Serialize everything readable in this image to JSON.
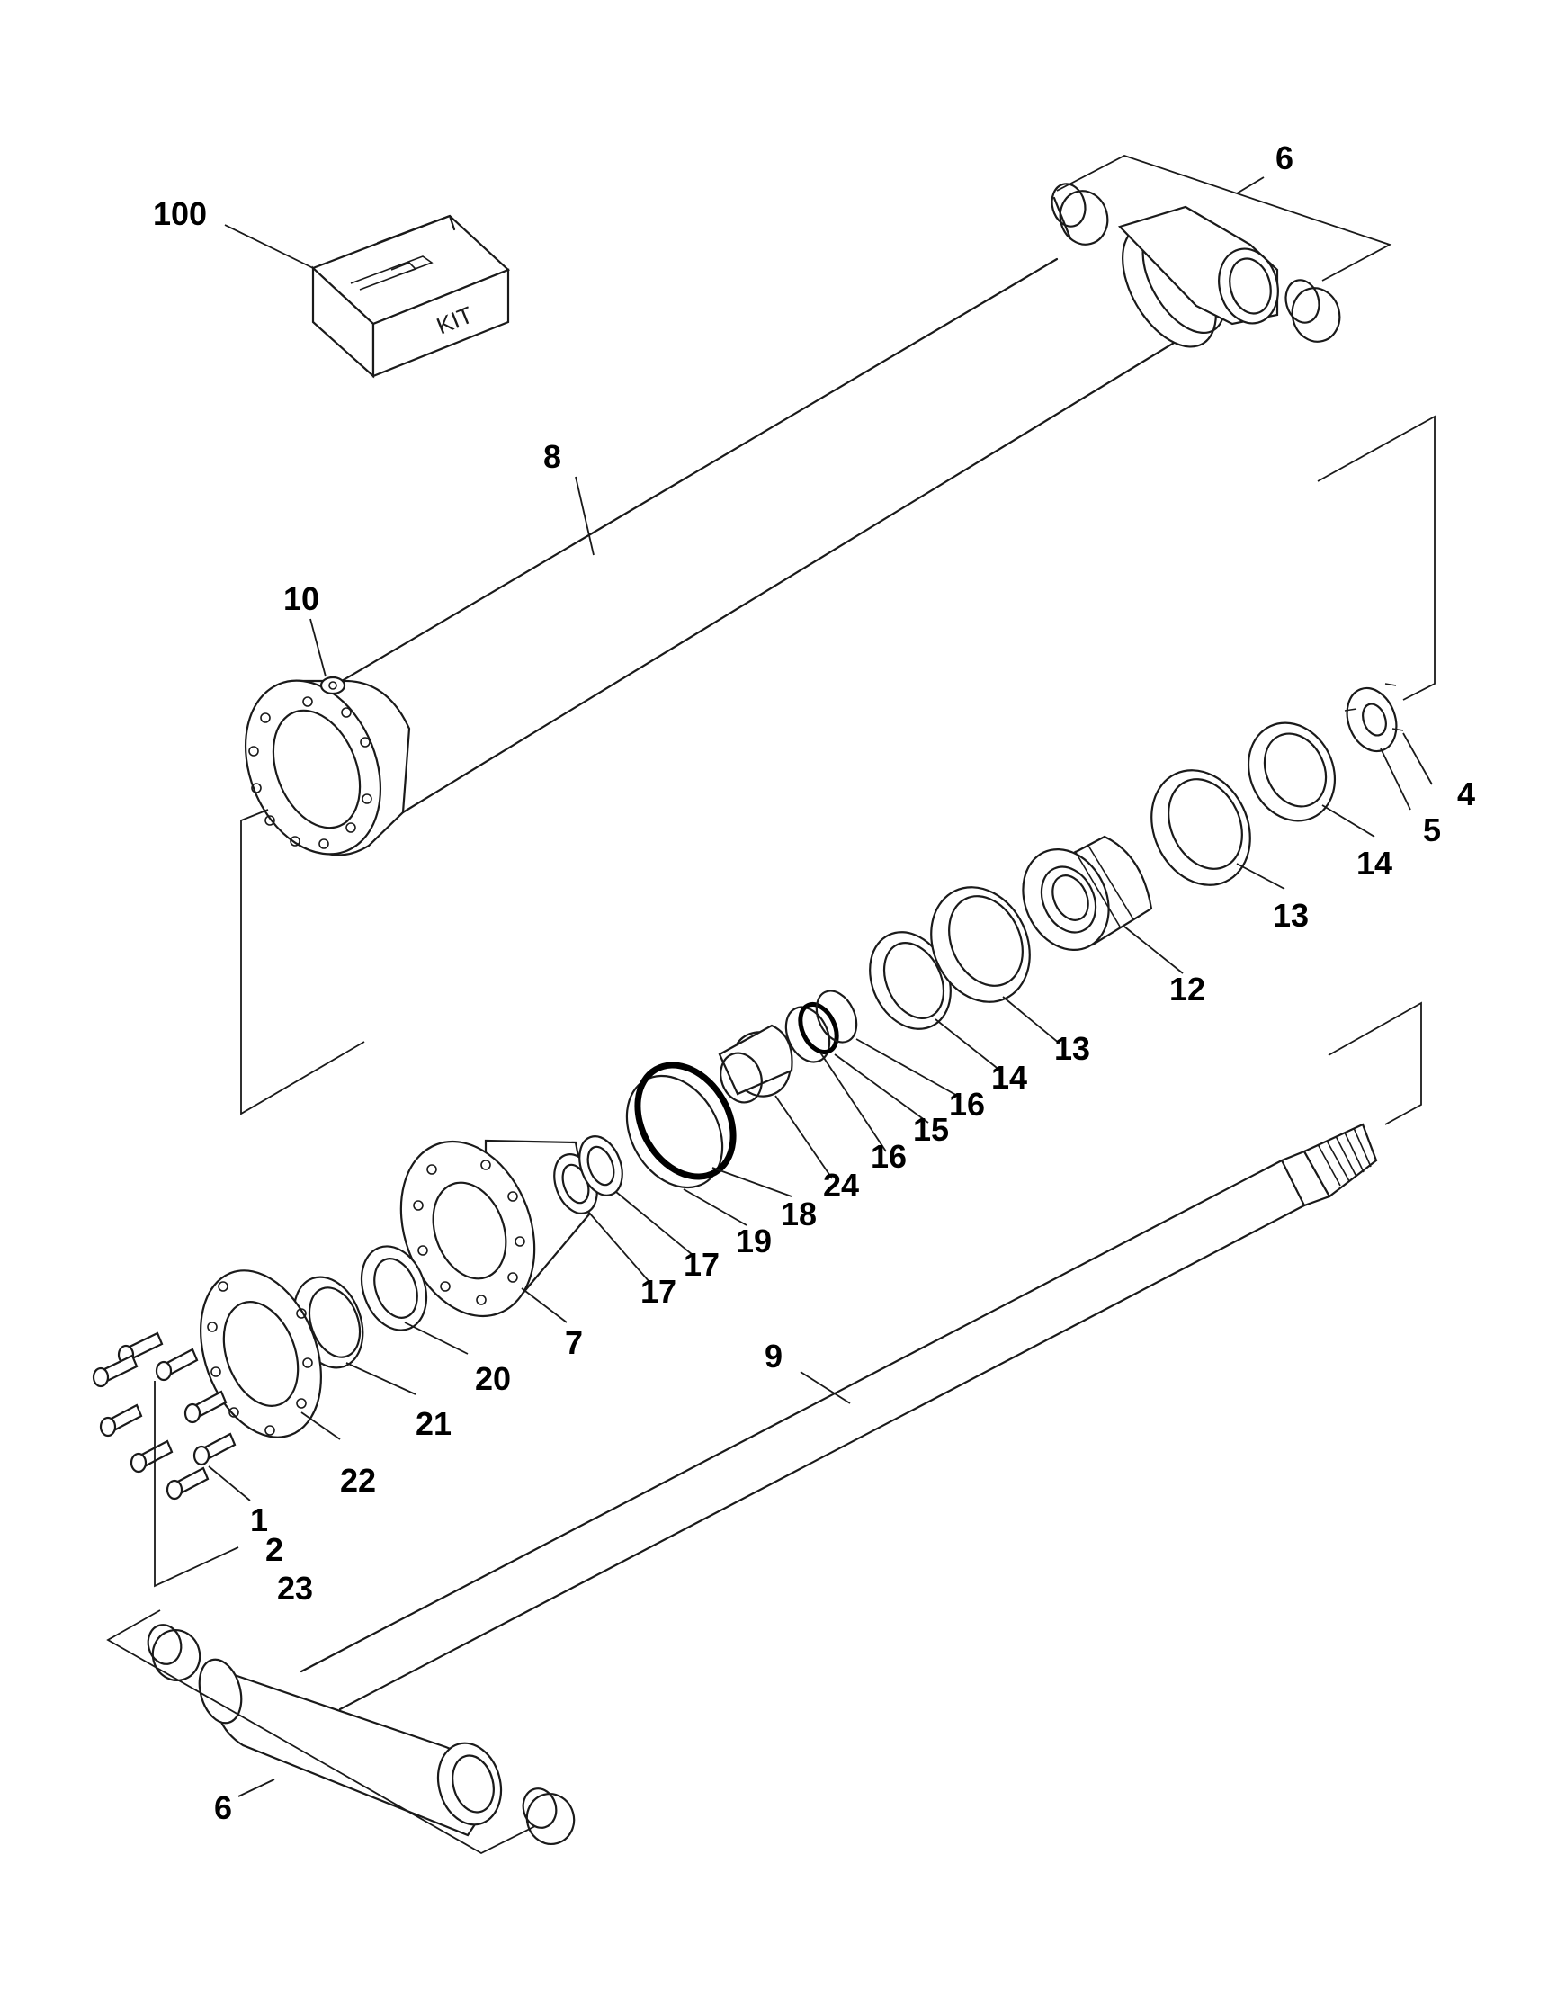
{
  "kit_box_label": "KIT",
  "callouts": {
    "c100": "100",
    "c6_top": "6",
    "c8": "8",
    "c10": "10",
    "c4": "4",
    "c5": "5",
    "c14_a": "14",
    "c13_a": "13",
    "c12": "12",
    "c13_b": "13",
    "c14_b": "14",
    "c16_a": "16",
    "c15": "15",
    "c16_b": "16",
    "c24": "24",
    "c18": "18",
    "c19": "19",
    "c17_a": "17",
    "c17_b": "17",
    "c7": "7",
    "c20": "20",
    "c21": "21",
    "c22": "22",
    "c9": "9",
    "c1": "1",
    "c2": "2",
    "c23": "23",
    "c6_bottom": "6"
  }
}
